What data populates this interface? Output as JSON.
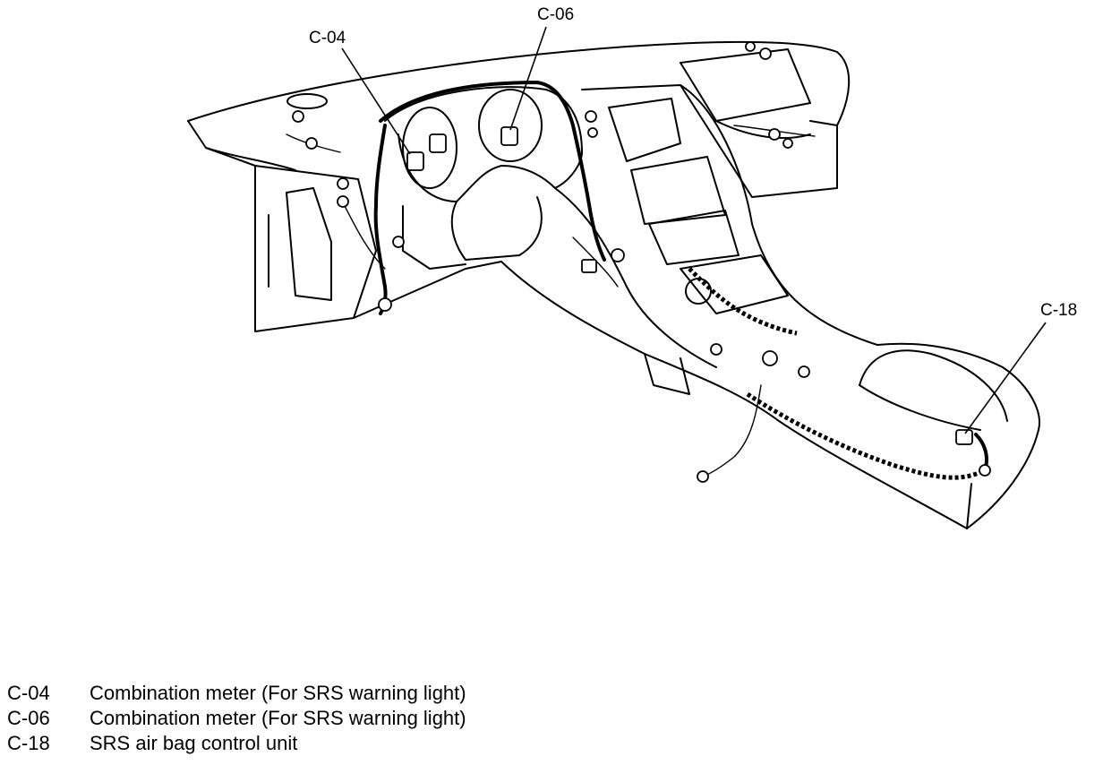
{
  "callouts": [
    {
      "code": "C-04"
    },
    {
      "code": "C-06"
    },
    {
      "code": "C-18"
    }
  ],
  "legend": [
    {
      "code": "C-04",
      "description": "Combination meter (For SRS warning light)"
    },
    {
      "code": "C-06",
      "description": "Combination meter (For SRS warning light)"
    },
    {
      "code": "C-18",
      "description": "SRS air bag control unit"
    }
  ]
}
